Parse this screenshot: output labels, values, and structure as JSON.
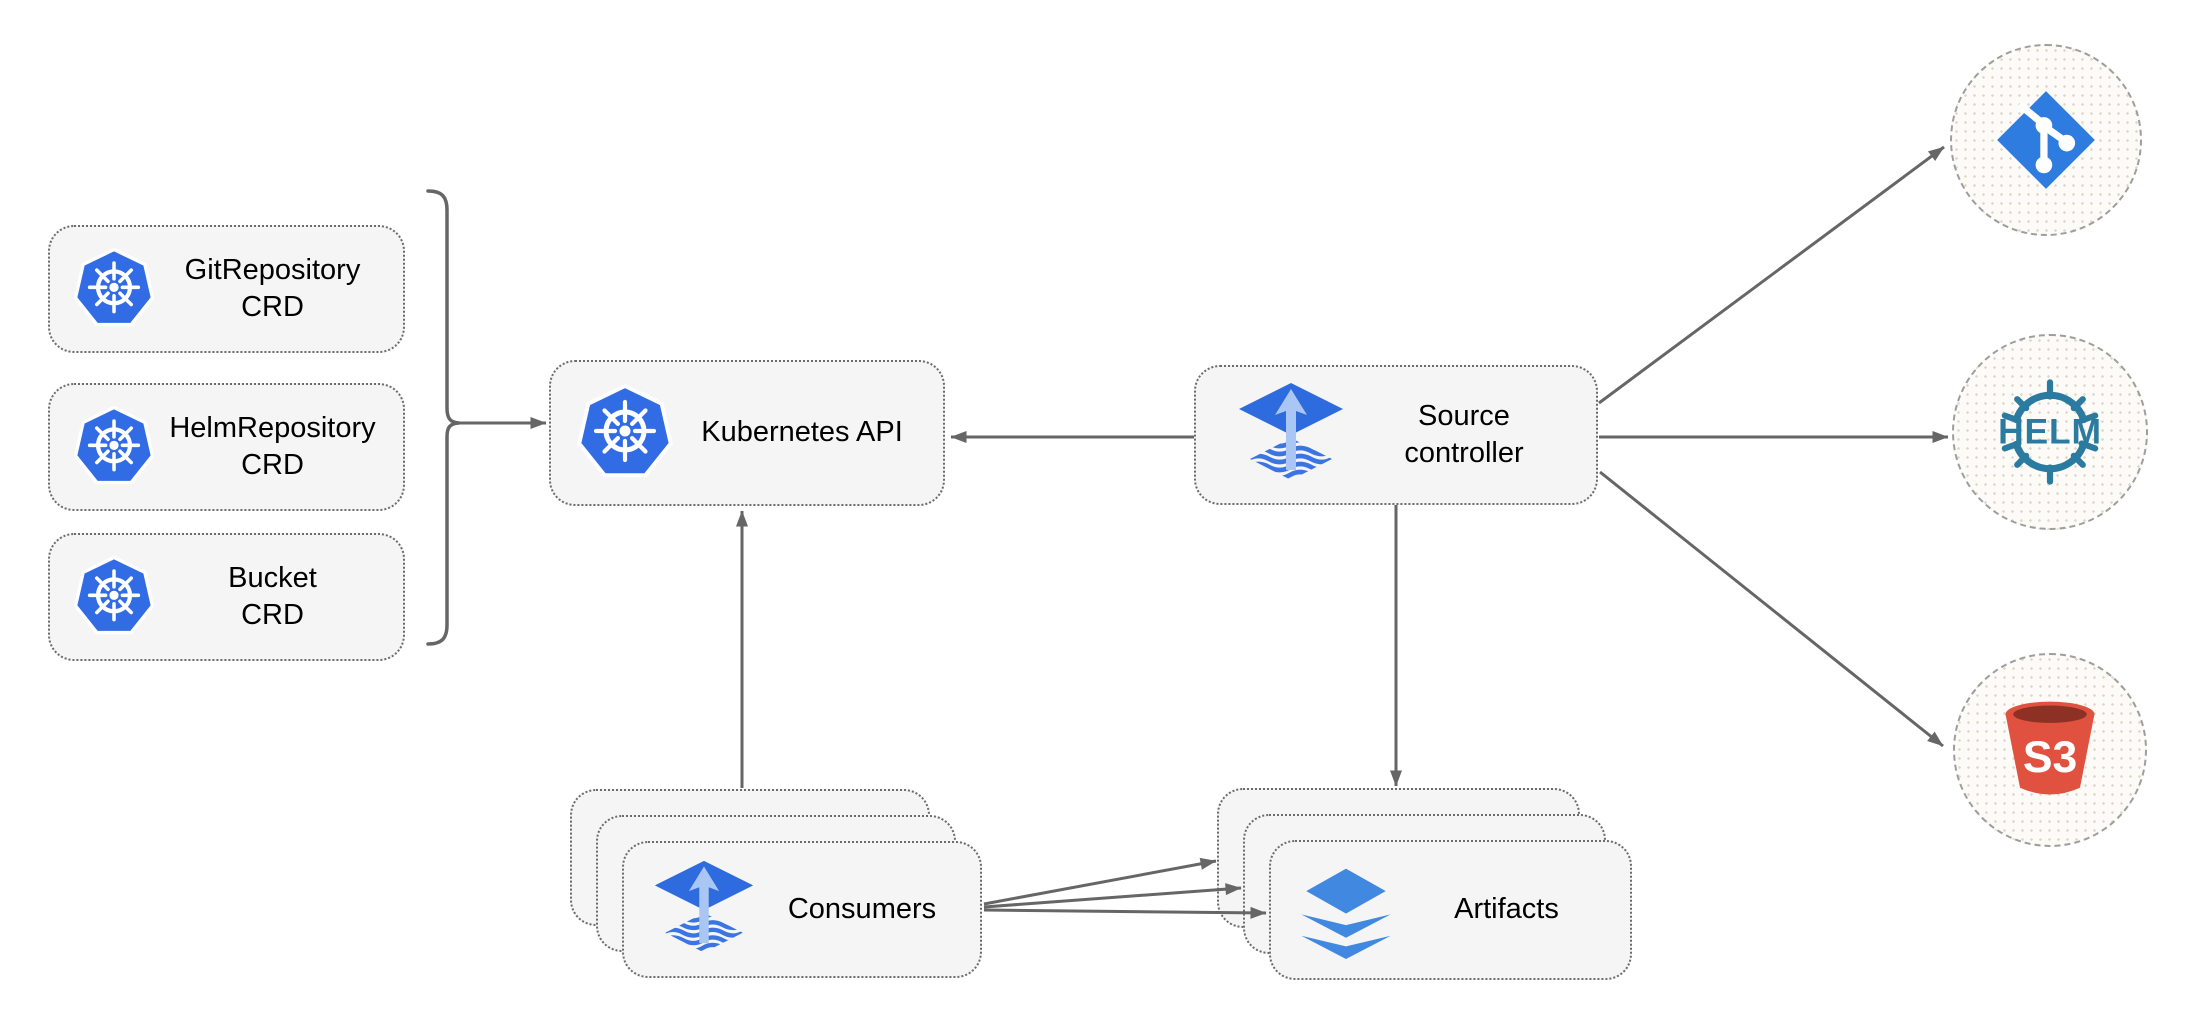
{
  "diagram": {
    "crd_nodes": [
      {
        "title": "GitRepository",
        "subtitle": "CRD"
      },
      {
        "title": "HelmRepository",
        "subtitle": "CRD"
      },
      {
        "title": "Bucket",
        "subtitle": "CRD"
      }
    ],
    "kubernetes_api": {
      "label": "Kubernetes API"
    },
    "source_controller": {
      "label_line1": "Source",
      "label_line2": "controller"
    },
    "consumers": {
      "label": "Consumers"
    },
    "artifacts": {
      "label": "Artifacts"
    },
    "external": {
      "git": {
        "name": "Git repository"
      },
      "helm": {
        "name": "Helm repository",
        "text": "HELM"
      },
      "s3": {
        "name": "S3 bucket",
        "text": "S3"
      }
    },
    "colors": {
      "kubernetes_blue": "#326CE5",
      "flux_blue": "#2E6BDE",
      "flux_stripe_blue": "#3B74E3",
      "flux_arrow_light": "#A9C6F5",
      "layers_blue": "#4189E0",
      "git_blue": "#2F7CE0",
      "helm_teal": "#2B7BA0",
      "s3_red": "#E0523F",
      "s3_dark_red": "#8C3123",
      "arrow_gray": "#666666",
      "node_fill": "#F5F5F5",
      "node_border": "#6B6B6B",
      "circle_border": "#9E9E9E"
    }
  }
}
